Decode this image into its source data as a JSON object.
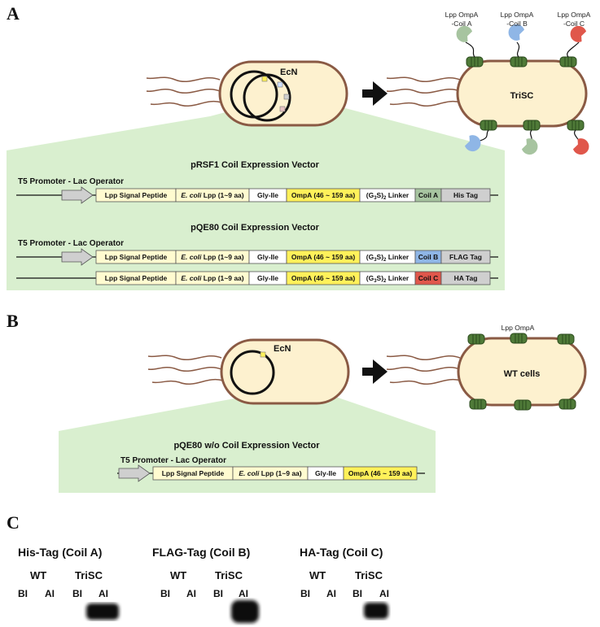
{
  "panels": {
    "a": "A",
    "b": "B",
    "c": "C"
  },
  "panel_a": {
    "host_cell": "EcN",
    "engineered_cell": "TriSC",
    "surface_labels": [
      {
        "line1": "Lpp OmpA",
        "line2": "-Coil A"
      },
      {
        "line1": "Lpp OmpA",
        "line2": "-Coil B"
      },
      {
        "line1": "Lpp OmpA",
        "line2": "-Coil C"
      }
    ],
    "vector1_title": "pRSF1 Coil Expression Vector",
    "vector2_title": "pQE80 Coil Expression Vector",
    "promoter": "T5 Promoter - Lac Operator",
    "segments": {
      "signal": "Lpp Signal Peptide",
      "ecoli_italic": "E. coli",
      "ecoli_rest": " Lpp (1~9 aa)",
      "glyile": "Gly-Ile",
      "ompa": "OmpA (46 ~ 159 aa)",
      "linker_a": "(G",
      "linker_sub1": "3",
      "linker_b": "S)",
      "linker_sub2": "2",
      "linker_c": " Linker",
      "coil_a": "Coil A",
      "coil_b": "Coil B",
      "coil_c": "Coil C",
      "his": "His Tag",
      "flag": "FLAG Tag",
      "ha": "HA Tag"
    }
  },
  "panel_b": {
    "host_cell": "EcN",
    "wt_cell": "WT cells",
    "surface_label": "Lpp OmpA",
    "vector_title": "pQE80 w/o Coil Expression Vector",
    "promoter": "T5 Promoter - Lac Operator"
  },
  "panel_c": {
    "blots": [
      {
        "title": "His-Tag (Coil A)",
        "wt": "WT",
        "trisc": "TriSC",
        "lanes": [
          "BI",
          "AI",
          "BI",
          "AI"
        ]
      },
      {
        "title": "FLAG-Tag (Coil B)",
        "wt": "WT",
        "trisc": "TriSC",
        "lanes": [
          "BI",
          "AI",
          "BI",
          "AI"
        ]
      },
      {
        "title": "HA-Tag (Coil C)",
        "wt": "WT",
        "trisc": "TriSC",
        "lanes": [
          "BI",
          "AI",
          "BI",
          "AI"
        ]
      }
    ]
  },
  "colors": {
    "panel_green": "#d9efcf",
    "cell_fill": "#fdf1cf",
    "cell_border": "#8a5a44",
    "ompa_yellow": "#fff15a",
    "signal_yellow": "#fffbd0",
    "coil_a": "#a7c4a0",
    "coil_b": "#8fb6e6",
    "coil_c": "#e0574b",
    "tag_grey": "#cfcfcf",
    "protein_green": "#3f6b2c"
  }
}
